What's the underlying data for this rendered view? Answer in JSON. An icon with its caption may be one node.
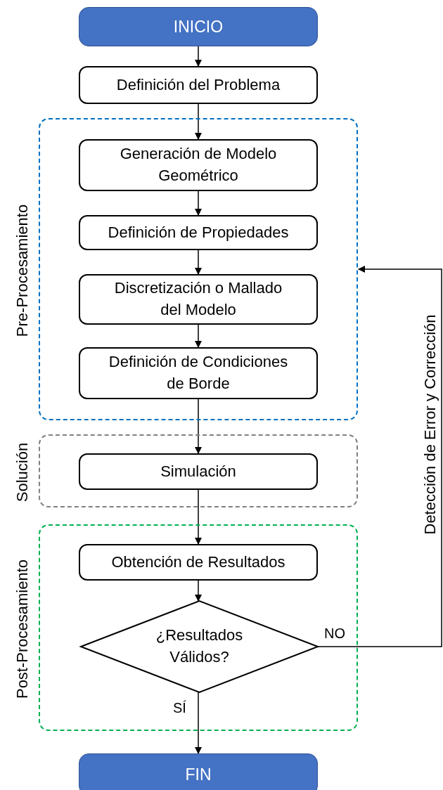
{
  "diagram": {
    "nodes": [
      {
        "text": [
          "INICIO"
        ]
      },
      {
        "text": [
          "Definición del Problema"
        ]
      },
      {
        "text": [
          "Pre-Procesamiento"
        ]
      },
      {
        "text": [
          "Generación de Modelo Geométrico"
        ],
        "in": 2
      },
      {
        "text": [
          "Definición de Propiedades"
        ],
        "in": 2
      },
      {
        "text": [
          "Discretización o Mallado del Modelo"
        ],
        "in": 2
      },
      {
        "text": [
          "Definición de Condiciones de Borde"
        ],
        "in": 2
      },
      {
        "text": [
          "Solución"
        ]
      },
      {
        "text": [
          "Simulación"
        ],
        "in": 7
      },
      {
        "text": [
          "Post-Procesamiento"
        ]
      },
      {
        "text": [
          "Obtención de Resultados"
        ],
        "in": 9
      },
      {
        "text": [
          "¿Resultados Válidos?"
        ],
        "in": 9
      },
      {
        "text": [
          "FIN"
        ]
      }
    ],
    "edges": [
      {
        "from": 0,
        "to": 1,
        "arrow": "to"
      },
      {
        "from": 1,
        "to": 3,
        "arrow": "to"
      },
      {
        "from": 3,
        "to": 4,
        "arrow": "to"
      },
      {
        "from": 4,
        "to": 5,
        "arrow": "to"
      },
      {
        "from": 5,
        "to": 6,
        "arrow": "to"
      },
      {
        "from": 6,
        "to": 8,
        "arrow": "to"
      },
      {
        "from": 8,
        "to": 10,
        "arrow": "to"
      },
      {
        "from": 10,
        "to": 11,
        "arrow": "to"
      },
      {
        "from": 11,
        "to": 12,
        "label": "SÍ",
        "arrow": "to"
      },
      {
        "from": 11,
        "to": 2,
        "label": "NO",
        "arrow": "to"
      }
    ],
    "labels": [
      "Detección de Error y Corrección"
    ]
  }
}
